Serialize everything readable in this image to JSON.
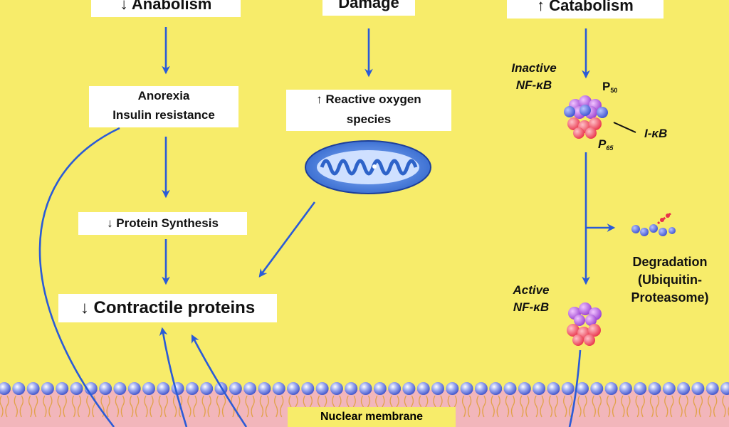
{
  "diagram": {
    "top": {
      "anabolism": "↓ Anabolism",
      "damage": "Damage",
      "catabolism": "↑ Catabolism"
    },
    "left": {
      "anorexia_line1": "Anorexia",
      "anorexia_line2": "Insulin resistance",
      "protein_synthesis": "↓ Protein Synthesis",
      "contractile": "↓ Contractile proteins"
    },
    "middle": {
      "ros_line1": "↑ Reactive oxygen",
      "ros_line2": "species"
    },
    "right": {
      "inactive_line1": "Inactive",
      "inactive_line2": "NF-κB",
      "p50_letter": "P",
      "p50_sub": "50",
      "ikb": "I-κB",
      "p65_letter": "P",
      "p65_sub": "65",
      "degradation_line1": "Degradation",
      "degradation_line2": "(Ubiquitin-",
      "degradation_line3": "Proteasome)",
      "active_line1": "Active",
      "active_line2": "NF-κB"
    },
    "membrane_label": "Nuclear membrane",
    "colors": {
      "background": "#f7ec6a",
      "arrow": "#2a5bd7",
      "membrane_band": "#f2b6bb",
      "bead": "#3a4fc8",
      "mitochondrion": "#2e63c9",
      "p50_subunit": "#9a3fd0",
      "p65_subunit": "#e8334a"
    }
  }
}
